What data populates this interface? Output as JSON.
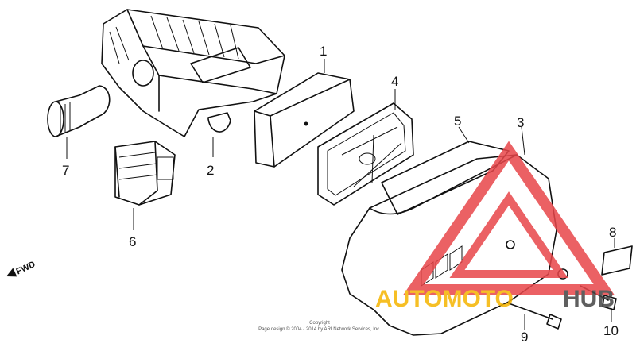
{
  "diagram": {
    "callouts": [
      {
        "id": "1",
        "label": "1"
      },
      {
        "id": "2",
        "label": "2"
      },
      {
        "id": "3",
        "label": "3"
      },
      {
        "id": "4",
        "label": "4"
      },
      {
        "id": "5",
        "label": "5"
      },
      {
        "id": "6",
        "label": "6"
      },
      {
        "id": "7",
        "label": "7"
      },
      {
        "id": "8",
        "label": "8"
      },
      {
        "id": "9",
        "label": "9"
      },
      {
        "id": "10",
        "label": "10"
      }
    ],
    "direction_label": "FWD",
    "copyright": {
      "line1": "Copyright",
      "line2": "Page design © 2004 - 2014 by ARI Network Services, Inc."
    }
  },
  "watermark": {
    "part1": "AUTOMOTO",
    "part2": "HUB",
    "colors": {
      "triangle": "#e8464a",
      "part1": "#f5b400",
      "part2": "#444444"
    }
  }
}
